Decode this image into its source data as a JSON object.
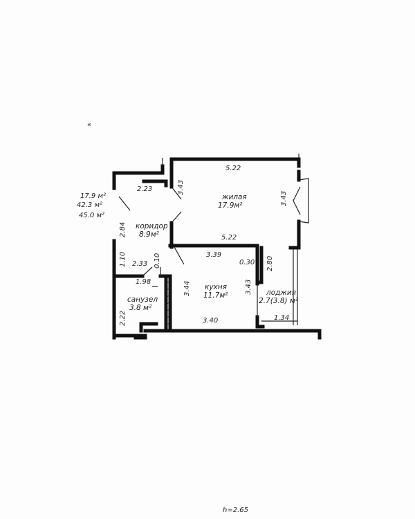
{
  "summary": {
    "living": "17.9  м²",
    "total_living": "42.3 м²",
    "total": "45.0 м²"
  },
  "rooms": {
    "living": {
      "name": "жилая",
      "area": "17.9м²"
    },
    "corridor": {
      "name": "коридор",
      "area": "8.9м²"
    },
    "kitchen": {
      "name": "кухня",
      "area": "11.7м²"
    },
    "bathroom": {
      "name": "санузел",
      "area": "3.8 м²"
    },
    "loggia": {
      "name": "лоджия",
      "area": "2.7(3.8) м²"
    }
  },
  "dimensions": {
    "living_top": "5.22",
    "living_bottom": "5.22",
    "living_left": "3.43",
    "living_right": "3.43",
    "corridor_top": "2.23",
    "corridor_left": "2.84",
    "hall_small": "1.10",
    "hall_width": "2.33",
    "partition": "0.10",
    "bath_top": "1.98",
    "bath_left": "2.22",
    "kitchen_top": "3.39",
    "kitchen_bottom": "3.40",
    "kitchen_left": "3.44",
    "kitchen_right": "3.43",
    "loggia_wall": "0.30",
    "loggia_height": "2.80",
    "loggia_width": "1.34"
  },
  "ceiling_height": "h=2.65",
  "corner_mark": "«"
}
